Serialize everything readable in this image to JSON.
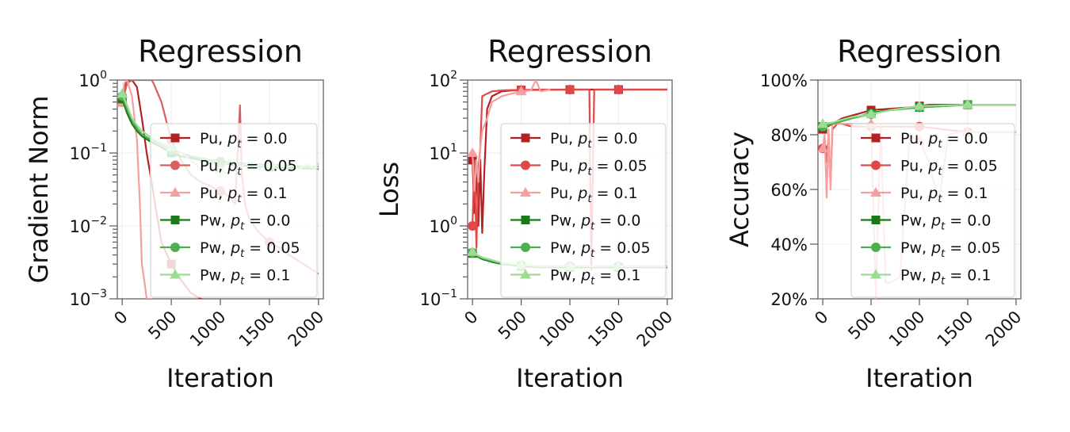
{
  "chart_data": [
    {
      "type": "line",
      "title": "Regression",
      "xlabel": "Iteration",
      "ylabel": "Gradient Norm",
      "yscale": "log",
      "xlim": [
        -50,
        2050
      ],
      "ylim": [
        0.001,
        1
      ],
      "xticks": [
        "0",
        "500",
        "1000",
        "1500",
        "2000"
      ],
      "yticks": [
        {
          "base": "10",
          "exp": "0"
        },
        {
          "base": "10",
          "exp": "−1"
        },
        {
          "base": "10",
          "exp": "−2"
        },
        {
          "base": "10",
          "exp": "−3"
        }
      ],
      "grid": true,
      "legend_position": "right",
      "series": [
        {
          "name": "Pu, ",
          "sub": "t",
          "value_text": " = 0.0",
          "color": "#b22222",
          "marker": "square",
          "x": [
            0,
            20,
            50,
            100,
            150,
            200,
            250,
            300,
            350,
            400,
            500,
            600,
            700,
            800,
            900,
            1000,
            1100,
            1200,
            1300,
            1400,
            1500,
            1600,
            1700,
            1800,
            1900,
            2000
          ],
          "y": [
            0.5,
            0.8,
            1.0,
            1.0,
            0.8,
            0.3,
            0.1,
            0.04,
            0.015,
            0.006,
            0.003,
            0.0018,
            0.0012,
            0.001,
            0.0009,
            0.0008,
            0.0008,
            0.0008,
            0.0008,
            0.0008,
            0.0008,
            0.0008,
            0.0008,
            0.0008,
            0.0008,
            0.0008
          ]
        },
        {
          "name": "Pu, ",
          "sub": "t",
          "value_text": " = 0.05",
          "color": "#d95f5f",
          "marker": "circle",
          "x": [
            0,
            50,
            100,
            200,
            300,
            320,
            400,
            500,
            600,
            700,
            800,
            900,
            1000,
            1100,
            1150,
            1200,
            1220,
            1250,
            1300,
            1400,
            1500,
            1600,
            1700,
            1800,
            1900,
            2000
          ],
          "y": [
            0.5,
            0.9,
            1.0,
            1.0,
            1.0,
            0.9,
            0.5,
            0.15,
            0.08,
            0.05,
            0.04,
            0.035,
            0.03,
            0.025,
            0.02,
            0.45,
            0.05,
            0.02,
            0.012,
            0.008,
            0.006,
            0.005,
            0.004,
            0.0033,
            0.0027,
            0.0022
          ]
        },
        {
          "name": "Pu, ",
          "sub": "t",
          "value_text": " = 0.1",
          "color": "#f4a0a0",
          "marker": "triangle",
          "x": [
            0,
            20,
            50,
            100,
            150,
            180,
            200,
            220,
            250,
            300
          ],
          "y": [
            0.5,
            0.9,
            1.0,
            0.6,
            0.15,
            0.02,
            0.003,
            0.002,
            0.001,
            0.001
          ]
        },
        {
          "name": "Pw, ",
          "sub": "t",
          "value_text": " = 0.0",
          "color": "#1a7a1a",
          "marker": "square",
          "x": [
            0,
            50,
            100,
            150,
            200,
            300,
            400,
            500,
            600,
            700,
            800,
            900,
            1000,
            1100,
            1200,
            1300,
            1400,
            1500,
            1600,
            1700,
            1800,
            1900,
            2000
          ],
          "y": [
            0.55,
            0.35,
            0.25,
            0.2,
            0.17,
            0.14,
            0.12,
            0.1,
            0.09,
            0.085,
            0.08,
            0.075,
            0.072,
            0.07,
            0.068,
            0.066,
            0.065,
            0.064,
            0.063,
            0.062,
            0.062,
            0.061,
            0.06
          ]
        },
        {
          "name": "Pw, ",
          "sub": "t",
          "value_text": " = 0.05",
          "color": "#4caf50",
          "marker": "circle",
          "x": [
            0,
            50,
            100,
            150,
            200,
            300,
            400,
            500,
            600,
            700,
            800,
            900,
            1000,
            1100,
            1200,
            1300,
            1400,
            1500,
            1600,
            1700,
            1800,
            1900,
            2000
          ],
          "y": [
            0.6,
            0.4,
            0.28,
            0.22,
            0.18,
            0.15,
            0.13,
            0.11,
            0.1,
            0.09,
            0.085,
            0.08,
            0.077,
            0.075,
            0.073,
            0.071,
            0.07,
            0.069,
            0.068,
            0.067,
            0.066,
            0.065,
            0.065
          ]
        },
        {
          "name": "Pw, ",
          "sub": "t",
          "value_text": " = 0.1",
          "color": "#9edc94",
          "marker": "triangle",
          "x": [
            0,
            50,
            100,
            150,
            200,
            300,
            400,
            500,
            600,
            700,
            800,
            900,
            1000,
            1100,
            1200,
            1300,
            1400,
            1500,
            1600,
            1700,
            1800,
            1900,
            1950,
            2000
          ],
          "y": [
            0.65,
            0.45,
            0.3,
            0.24,
            0.2,
            0.16,
            0.14,
            0.12,
            0.1,
            0.08,
            0.06,
            0.075,
            0.06,
            0.08,
            0.065,
            0.075,
            0.06,
            0.07,
            0.065,
            0.072,
            0.06,
            0.07,
            0.06,
            0.072
          ]
        }
      ]
    },
    {
      "type": "line",
      "title": "Regression",
      "xlabel": "Iteration",
      "ylabel": "Loss",
      "yscale": "log",
      "xlim": [
        -50,
        2050
      ],
      "ylim": [
        0.1,
        100
      ],
      "xticks": [
        "0",
        "500",
        "1000",
        "1500",
        "2000"
      ],
      "yticks": [
        {
          "base": "10",
          "exp": "2"
        },
        {
          "base": "10",
          "exp": "1"
        },
        {
          "base": "10",
          "exp": "0"
        },
        {
          "base": "10",
          "exp": "−1"
        }
      ],
      "grid": true,
      "legend_position": "right",
      "series": [
        {
          "name": "Pu, ",
          "sub": "t",
          "value_text": " = 0.0",
          "color": "#b22222",
          "marker": "square",
          "x": [
            0,
            20,
            40,
            60,
            80,
            100,
            120,
            150,
            200,
            300,
            400,
            500,
            1000,
            1500,
            2000
          ],
          "y": [
            8,
            1.5,
            6,
            1.0,
            8,
            0.8,
            5,
            40,
            60,
            70,
            72,
            73,
            74,
            74,
            74
          ]
        },
        {
          "name": "Pu, ",
          "sub": "t",
          "value_text": " = 0.05",
          "color": "#e04848",
          "marker": "circle",
          "x": [
            0,
            20,
            40,
            60,
            80,
            100,
            150,
            200,
            300,
            400,
            500,
            700,
            900,
            1000,
            1150,
            1200,
            1220,
            1250,
            1300,
            1500,
            2000
          ],
          "y": [
            1.0,
            8,
            0.5,
            6,
            12,
            60,
            65,
            70,
            72,
            73,
            73,
            74,
            74,
            74,
            74,
            74,
            0.25,
            74,
            74,
            74,
            74
          ]
        },
        {
          "name": "Pu, ",
          "sub": "t",
          "value_text": " = 0.1",
          "color": "#f4a0a0",
          "marker": "triangle",
          "x": [
            0,
            20,
            40,
            60,
            80,
            100,
            150,
            200,
            300,
            400,
            500,
            600,
            650,
            700,
            800
          ],
          "y": [
            10,
            3,
            8,
            4,
            12,
            20,
            30,
            50,
            60,
            65,
            70,
            72,
            100,
            70,
            74
          ]
        },
        {
          "name": "Pw, ",
          "sub": "t",
          "value_text": " = 0.0",
          "color": "#1a7a1a",
          "marker": "square",
          "x": [
            0,
            50,
            100,
            200,
            300,
            500,
            700,
            1000,
            1500,
            2000
          ],
          "y": [
            0.42,
            0.38,
            0.35,
            0.32,
            0.3,
            0.28,
            0.27,
            0.27,
            0.27,
            0.27
          ]
        },
        {
          "name": "Pw, ",
          "sub": "t",
          "value_text": " = 0.05",
          "color": "#4caf50",
          "marker": "circle",
          "x": [
            0,
            50,
            100,
            200,
            300,
            500,
            700,
            1000,
            1500,
            2000
          ],
          "y": [
            0.43,
            0.39,
            0.36,
            0.33,
            0.31,
            0.29,
            0.28,
            0.28,
            0.28,
            0.28
          ]
        },
        {
          "name": "Pw, ",
          "sub": "t",
          "value_text": " = 0.1",
          "color": "#9edc94",
          "marker": "triangle",
          "x": [
            0,
            50,
            100,
            200,
            300,
            500,
            700,
            1000,
            1500,
            2000
          ],
          "y": [
            0.44,
            0.4,
            0.37,
            0.34,
            0.31,
            0.29,
            0.28,
            0.28,
            0.28,
            0.28
          ]
        }
      ]
    },
    {
      "type": "line",
      "title": "Regression",
      "xlabel": "Iteration",
      "ylabel": "Accuracy",
      "yscale": "linear",
      "xlim": [
        -50,
        2050
      ],
      "ylim": [
        20,
        100
      ],
      "xticks": [
        "0",
        "500",
        "1000",
        "1500",
        "2000"
      ],
      "yticks": [
        {
          "label": "100%",
          "value": 100
        },
        {
          "label": "80%",
          "value": 80
        },
        {
          "label": "60%",
          "value": 60
        },
        {
          "label": "40%",
          "value": 40
        },
        {
          "label": "20%",
          "value": 20
        }
      ],
      "grid": true,
      "legend_position": "right",
      "series": [
        {
          "name": "Pu, ",
          "sub": "t",
          "value_text": " = 0.0",
          "color": "#b22222",
          "marker": "square",
          "x": [
            0,
            50,
            100,
            200,
            300,
            400,
            500,
            700,
            900,
            1000,
            1100,
            1200,
            1300,
            1500,
            2000
          ],
          "y": [
            82,
            83,
            84,
            86,
            87,
            88,
            89,
            89.5,
            90,
            90.5,
            91,
            91,
            91,
            91,
            91
          ]
        },
        {
          "name": "Pu, ",
          "sub": "t",
          "value_text": " = 0.05",
          "color": "#e04848",
          "marker": "circle",
          "x": [
            0,
            20,
            40,
            60,
            80,
            100,
            150,
            200,
            300,
            400,
            500,
            700,
            900,
            1000,
            1500,
            2000
          ],
          "y": [
            75,
            78,
            70,
            80,
            62,
            82,
            84,
            84,
            83,
            83,
            83,
            83,
            83,
            83,
            81,
            81
          ]
        },
        {
          "name": "Pu, ",
          "sub": "t",
          "value_text": " = 0.1",
          "color": "#f4a0a0",
          "marker": "triangle",
          "x": [
            0,
            20,
            40,
            60,
            80,
            100,
            150,
            200,
            300,
            400,
            500,
            550,
            600,
            650,
            700,
            800,
            900,
            1000,
            1100,
            1200,
            1300,
            1400,
            1500,
            2000
          ],
          "y": [
            75,
            80,
            57,
            82,
            60,
            84,
            84,
            84,
            84,
            84,
            84,
            20,
            84,
            26,
            26,
            28,
            80,
            78,
            70,
            55,
            80,
            81,
            81,
            81
          ]
        },
        {
          "name": "Pw, ",
          "sub": "t",
          "value_text": " = 0.0",
          "color": "#1a7a1a",
          "marker": "square",
          "x": [
            0,
            100,
            200,
            300,
            500,
            700,
            1000,
            1500,
            2000
          ],
          "y": [
            83,
            84,
            85,
            86,
            88,
            89,
            90,
            91,
            91
          ]
        },
        {
          "name": "Pw, ",
          "sub": "t",
          "value_text": " = 0.05",
          "color": "#4caf50",
          "marker": "circle",
          "x": [
            0,
            100,
            200,
            300,
            500,
            700,
            1000,
            1500,
            2000
          ],
          "y": [
            83,
            84,
            85,
            86,
            87.5,
            89,
            90,
            91,
            91
          ]
        },
        {
          "name": "Pw, ",
          "sub": "t",
          "value_text": " = 0.1",
          "color": "#9edc94",
          "marker": "triangle",
          "x": [
            0,
            100,
            200,
            300,
            500,
            700,
            1000,
            1500,
            2000
          ],
          "y": [
            84,
            84.5,
            85.5,
            86.5,
            87.5,
            89,
            90.5,
            91,
            91
          ]
        }
      ]
    }
  ]
}
